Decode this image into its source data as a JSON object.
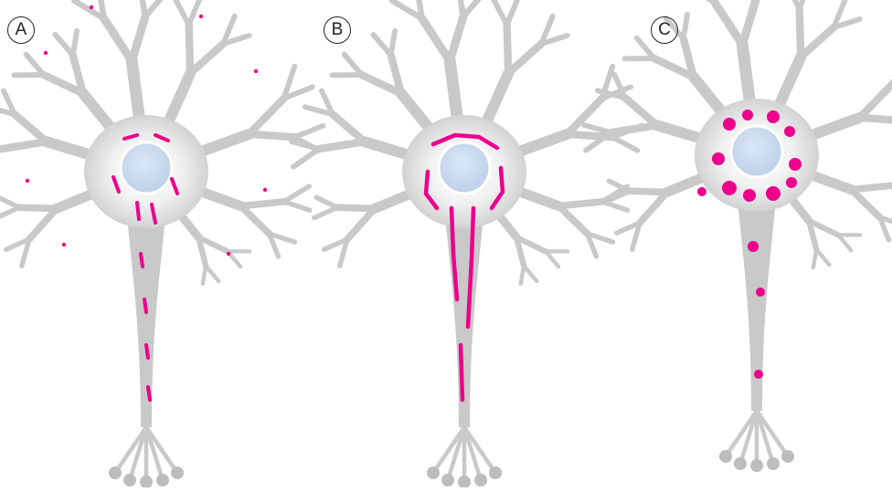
{
  "figure": {
    "panels": [
      {
        "label": "A",
        "mito": "small"
      },
      {
        "label": "B",
        "mito": "elongated"
      },
      {
        "label": "C",
        "mito": "fragmented"
      }
    ]
  },
  "colors": {
    "neuron_fill": "#c9c9c9",
    "neuron_glow": "#f4f4f4",
    "nucleus": "#c6d9ee",
    "mitochondria": "#ec008c"
  }
}
